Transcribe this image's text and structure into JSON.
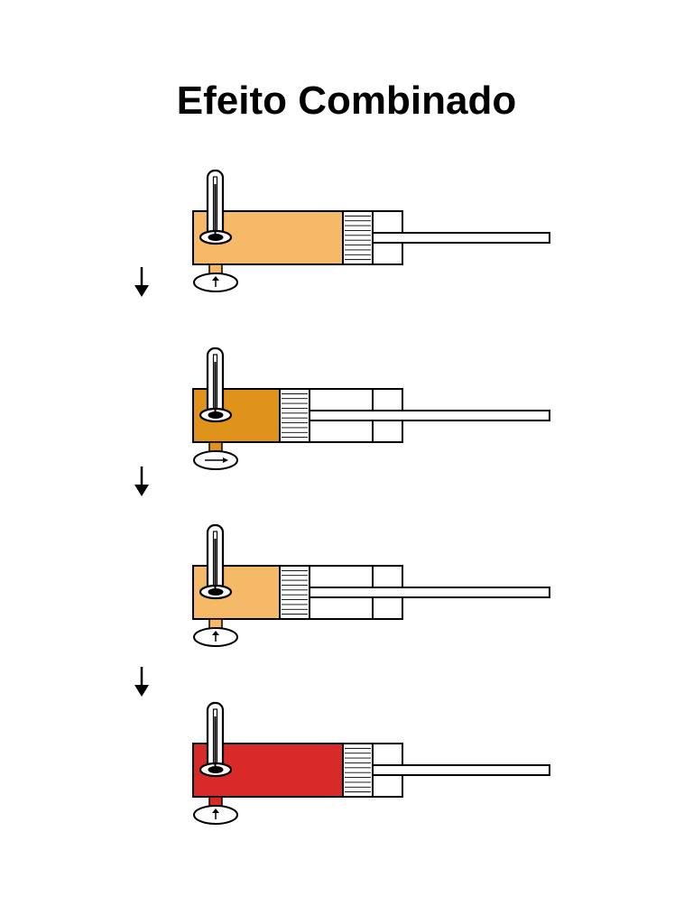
{
  "title": "Efeito Combinado",
  "colors": {
    "gas_warm": "#f5b968",
    "gas_hot": "#e0931a",
    "gas_very_hot": "#d82a28",
    "outline": "#000000",
    "background": "#ffffff"
  },
  "stages": [
    {
      "gas_color": "gas_warm",
      "piston_position": "right",
      "gauge": "needle-up-icon"
    },
    {
      "gas_color": "gas_hot",
      "piston_position": "left",
      "gauge": "needle-right-icon"
    },
    {
      "gas_color": "gas_warm",
      "piston_position": "left",
      "gauge": "needle-up-icon"
    },
    {
      "gas_color": "gas_very_hot",
      "piston_position": "right",
      "gauge": "needle-up-icon"
    }
  ],
  "transitions": [
    {
      "icon": "down-arrow-icon"
    },
    {
      "icon": "down-arrow-icon"
    },
    {
      "icon": "down-arrow-icon"
    }
  ]
}
